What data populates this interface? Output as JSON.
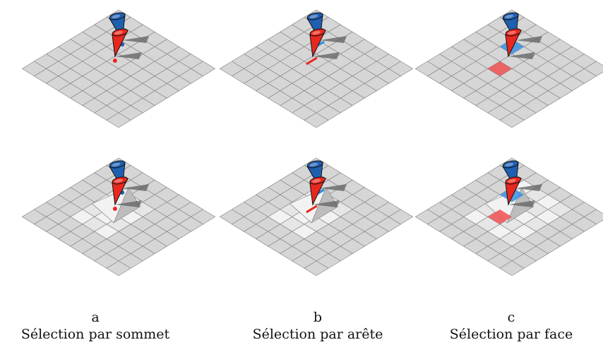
{
  "colors": {
    "background": "#ffffff",
    "grid_fill": "#d6d6d6",
    "grid_line": "#8a8a8a",
    "bump_light": "#f2f2f2",
    "bump_dark": "#bdbdbd",
    "blue_cursor": "#1f5fb0",
    "red_cursor": "#e8281e",
    "shadow": "#666666"
  },
  "columns": [
    {
      "letter": "a",
      "title": "Sélection par sommet",
      "mode": "vertex"
    },
    {
      "letter": "b",
      "title": "Sélection par arête",
      "mode": "edge"
    },
    {
      "letter": "c",
      "title": "Sélection par face",
      "mode": "face"
    }
  ],
  "rows": [
    {
      "state": "flat"
    },
    {
      "state": "deformed"
    }
  ],
  "grid": {
    "cells": 8
  }
}
